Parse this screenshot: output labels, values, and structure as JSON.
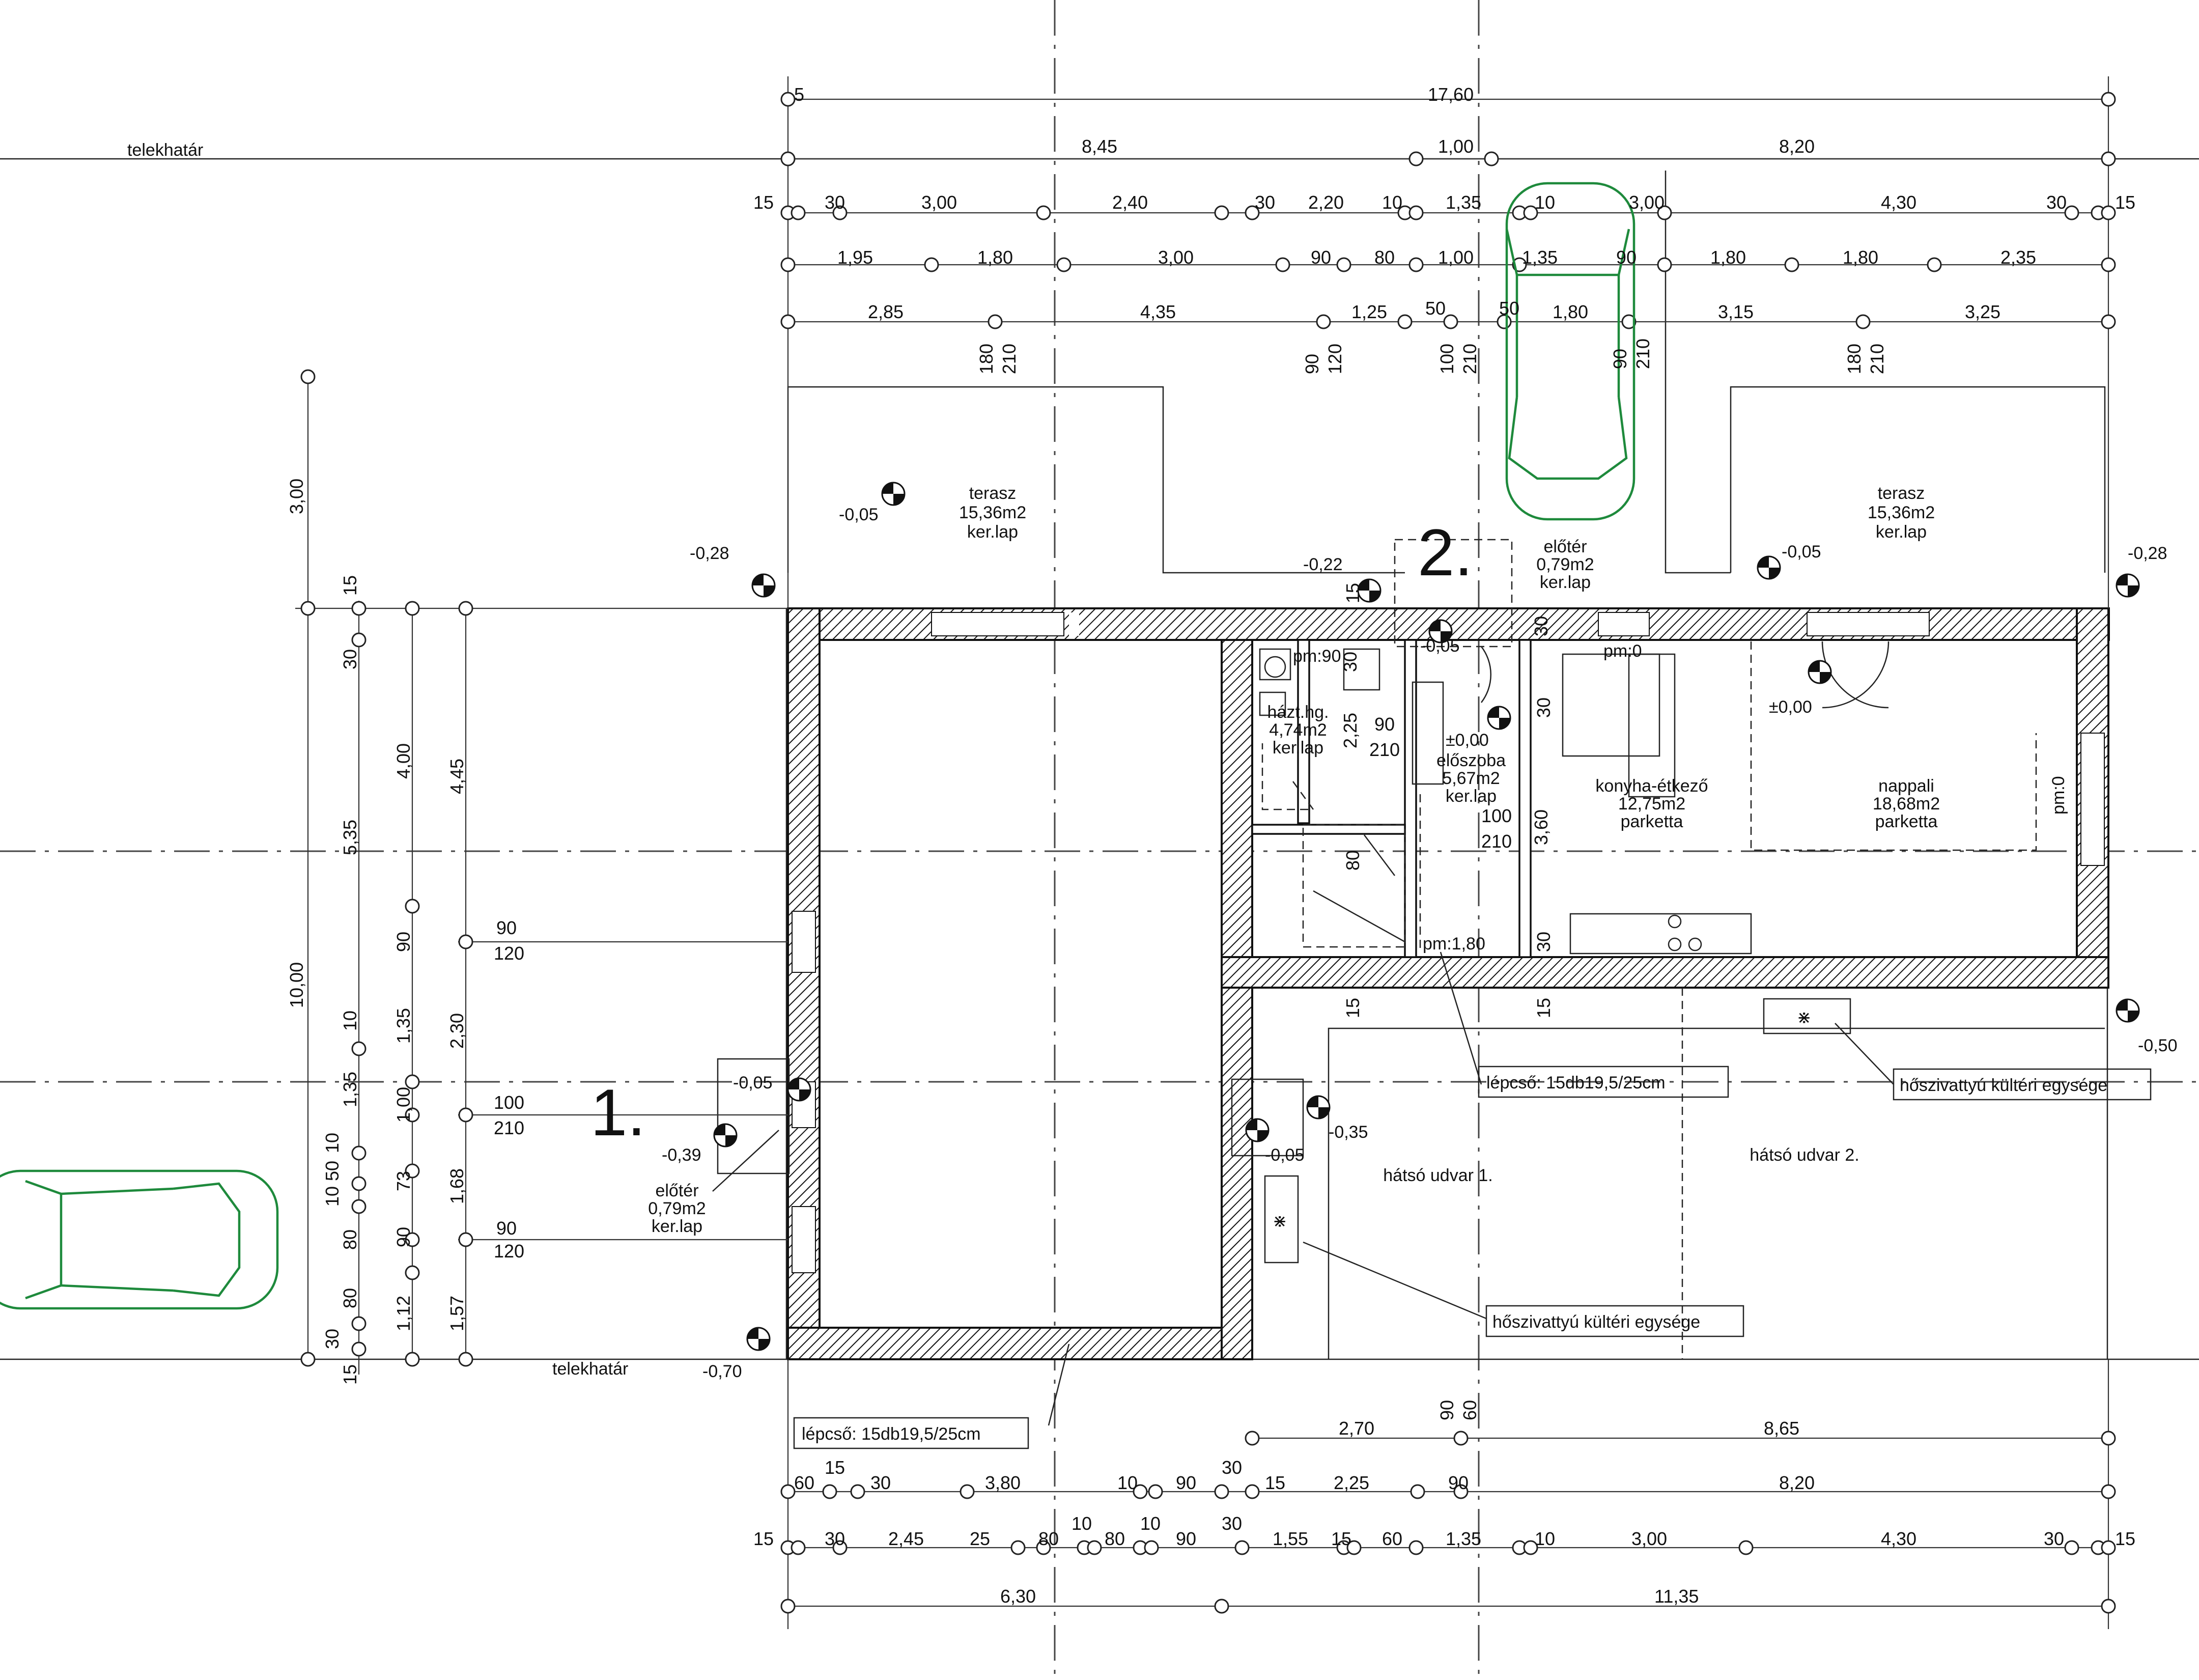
{
  "plot_labels": {
    "top": "telekhatár",
    "bottom": "telekhatár"
  },
  "entrance_labels": {
    "main": "1.",
    "side": "2."
  },
  "rooms": {
    "terasz_left": {
      "name": "terasz",
      "area": "15,36m2",
      "finish": "ker.lap"
    },
    "terasz_right": {
      "name": "terasz",
      "area": "15,36m2",
      "finish": "ker.lap"
    },
    "eloter_top": {
      "name": "előtér",
      "area": "0,79m2",
      "finish": "ker.lap"
    },
    "eloter_left": {
      "name": "előtér",
      "area": "0,79m2",
      "finish": "ker.lap"
    },
    "haztar": {
      "name": "házt.hg.",
      "area": "4,74m2",
      "finish": "ker.lap"
    },
    "eloszoba": {
      "name": "előszoba",
      "area": "5,67m2",
      "finish": "ker.lap"
    },
    "konyha": {
      "name": "konyha-étkező",
      "area": "12,75m2",
      "finish": "parketta"
    },
    "nappali": {
      "name": "nappali",
      "area": "18,68m2",
      "finish": "parketta"
    },
    "udvar1": {
      "name": "hátsó udvar 1."
    },
    "udvar2": {
      "name": "hátsó udvar 2."
    }
  },
  "callouts": {
    "stair_main": "lépcső: 15db19,5/25cm",
    "stair_inner": "lépcső: 15db19,5/25cm",
    "heatpump_1": "hőszivattyú kültéri egysége",
    "heatpump_2": "hőszivattyú kültéri egysége",
    "pm_90": "pm:90",
    "pm_0_top": "pm:0",
    "pm_0_right": "pm:0",
    "pm_180": "pm:1,80"
  },
  "levels": {
    "terasz_left": "-0,05",
    "terasz_right": "-0,05",
    "corner_left": "-0,28",
    "corner_right": "-0,28",
    "eloter_top_a": "-0,22",
    "eloter_top_b": "-0,05",
    "floor_main": "±0,00",
    "floor_right": "±0,00",
    "entry_a": "-0,05",
    "entry_b": "-0,39",
    "corner_bottom": "-0,70",
    "back_a": "-0,35",
    "back_b": "-0,05",
    "back_right": "-0,50"
  },
  "dims_top": {
    "row1": [
      "5",
      "17,60"
    ],
    "row2": [
      "8,45",
      "1,00",
      "8,20"
    ],
    "row3": [
      "15",
      "30",
      "3,00",
      "2,40",
      "30",
      "2,20",
      "10",
      "1,35",
      "10",
      "3,00",
      "4,30",
      "30",
      "15"
    ],
    "row4": [
      "1,95",
      "1,80",
      "3,00",
      "90",
      "80",
      "1,00",
      "1,35",
      "90",
      "1,80",
      "1,80",
      "2,35"
    ],
    "row5": [
      "2,85",
      "4,35",
      "1,25",
      "50",
      "50",
      "1,80",
      "3,15",
      "3,25"
    ],
    "openings": [
      "180",
      "210",
      "90",
      "120",
      "100",
      "210",
      "90",
      "210",
      "180",
      "210"
    ]
  },
  "dims_inner": [
    "30",
    "90",
    "2,25",
    "210",
    "±0,00",
    "100",
    "210",
    "3,60",
    "30",
    "30",
    "30",
    "15",
    "15",
    "80",
    "15"
  ],
  "dims_left": {
    "outer": [
      "3,00",
      "10,00"
    ],
    "mid": [
      "15",
      "30",
      "5,35",
      "10",
      "1,35",
      "10",
      "50",
      "10",
      "80",
      "80",
      "30",
      "15"
    ],
    "col3": [
      "4,00",
      "90",
      "1,35",
      "1,00",
      "73",
      "90",
      "1,12"
    ],
    "col4": [
      "4,45",
      "2,30",
      "1,68",
      "1,57"
    ],
    "windows": [
      "90",
      "120",
      "100",
      "210",
      "90",
      "120"
    ]
  },
  "dims_bottom": {
    "row1": [
      "2,70",
      "8,65",
      "90",
      "60"
    ],
    "row2": [
      "60",
      "15",
      "30",
      "3,80",
      "10",
      "90",
      "30",
      "15",
      "2,25",
      "90",
      "8,20"
    ],
    "row3": [
      "15",
      "30",
      "2,45",
      "25",
      "80",
      "10",
      "80",
      "10",
      "90",
      "30",
      "1,55",
      "15",
      "60",
      "1,35",
      "10",
      "3,00",
      "4,30",
      "30",
      "15"
    ],
    "row4": [
      "6,30",
      "11,35"
    ]
  },
  "colors": {
    "car": "#1e8a3c",
    "line": "#222222"
  }
}
